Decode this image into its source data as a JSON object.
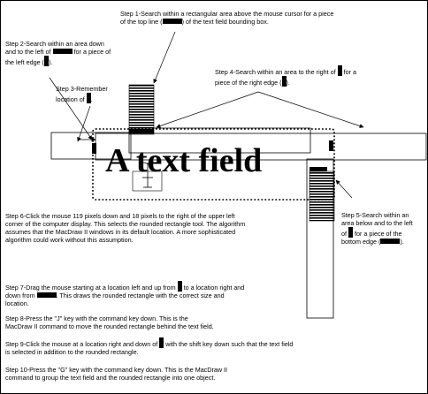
{
  "field_text": "A text field",
  "steps": {
    "step1": {
      "before": "Step 1-Search within a rectangular area above the mouse cursor for a piece",
      "line2a": "of the top line (",
      "line2b": ") of the text field bounding box."
    },
    "step2": {
      "line1": "Step 2-Search within an area down",
      "line2a": "and to the left of",
      "line2b": "for a piece of",
      "line3a": "the left edge (",
      "line3b": ")."
    },
    "step3": {
      "line1": "Step 3-Remember",
      "line2a": "location of",
      "line2b": "."
    },
    "step4": {
      "line1a": "Step 4-Search within an area to the right of",
      "line1b": "for a",
      "line2a": "piece of the right edge (",
      "line2b": ")."
    },
    "step5": {
      "line1": "Step 5-Search within an",
      "line2": "area below and to the left",
      "line3a": "of",
      "line3b": "for a piece of the",
      "line4a": "bottom edge (",
      "line4b": ")."
    },
    "step6": {
      "line1": "Step 6-Click the mouse 119 pixels down and 18 pixels to the right of the upper left",
      "line2": "corner of the computer display. This selects the rounded rectangle tool. The algorithm",
      "line3": "assumes that the MacDraw II windows in its default location. A more sophisticated",
      "line4": "algorithm could work without this assumption."
    },
    "step7": {
      "line1a": "Step 7-Drag the mouse starting at a location left and up from",
      "line1b": "to a location right and",
      "line2a": "down from",
      "line2b": ". This draws the rounded rectangle with the correct size and",
      "line3": "location."
    },
    "step8": {
      "line1": "Step 8-Press the \"J\" key with the command key down. This is the",
      "line2": "MacDraw II command to move the rounded rectangle behind the text field."
    },
    "step9": {
      "line1a": "Step 9-Click the mouse at a location right and down of",
      "line1b": "with the shift key down such that the text field",
      "line2": "is selected in addition to the rounded rectangle."
    },
    "step10": {
      "line1": "Step 10-Press the \"G\" key with the command key down. This is the MacDraw II",
      "line2": "command to group the text field and the rounded rectangle into one object."
    }
  }
}
